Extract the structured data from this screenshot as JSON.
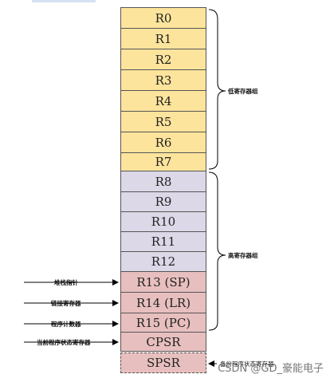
{
  "diagram": {
    "low_registers": [
      "R0",
      "R1",
      "R2",
      "R3",
      "R4",
      "R5",
      "R6",
      "R7"
    ],
    "high_registers": [
      "R8",
      "R9",
      "R10",
      "R11",
      "R12"
    ],
    "special_registers": [
      "R13 (SP)",
      "R14 (LR)",
      "R15 (PC)"
    ],
    "cpsr": "CPSR",
    "spsr": "SPSR",
    "low_group_label": "低寄存器组",
    "high_group_label": "高寄存器组",
    "sp_label": "堆栈指针",
    "lr_label": "链接寄存器",
    "pc_label": "程序计数器",
    "cpsr_label": "当前程序状态寄存器",
    "spsr_label": "备份程序状态寄存器",
    "watermark": "CSDN @GD_豪能电子"
  },
  "colors": {
    "low": "#fde49c",
    "high": "#dcd8e8",
    "special": "#e8bfbf"
  }
}
